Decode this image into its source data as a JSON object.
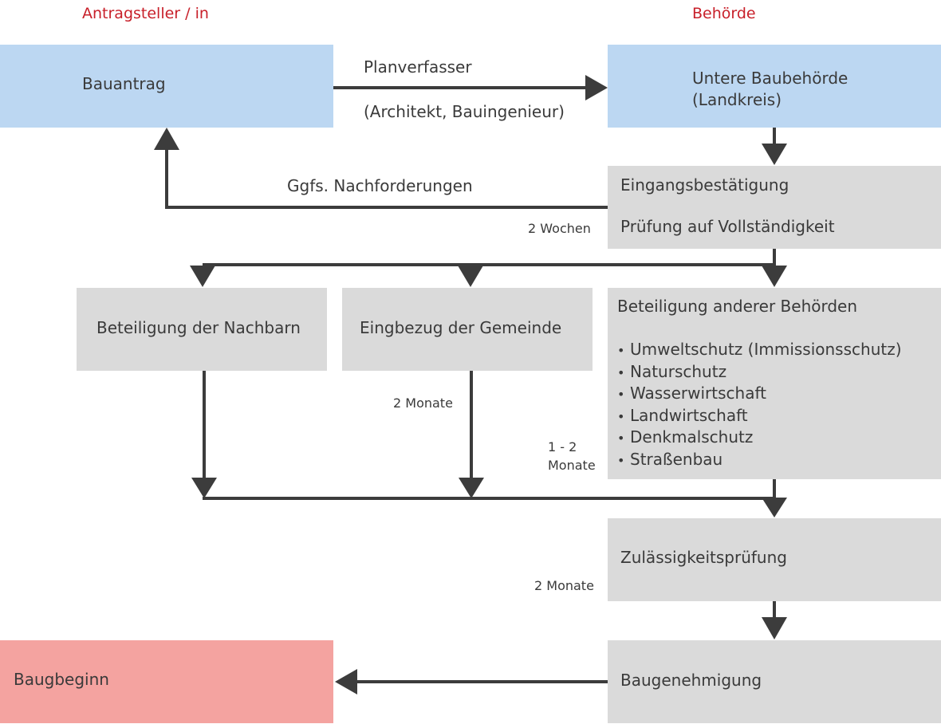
{
  "header": {
    "left": "Antragsteller / in",
    "right": "Behörde"
  },
  "boxes": {
    "bauantrag": "Bauantrag",
    "baubehoerde_line1": "Untere Baubehörde",
    "baubehoerde_line2": "(Landkreis)",
    "eingang_line1": "Eingangsbestätigung",
    "eingang_line2": "Prüfung auf Vollständigkeit",
    "nachbarn": "Beteiligung der Nachbarn",
    "gemeinde": "Eingbezug der Gemeinde",
    "behoerden_title": "Beteiligung anderer Behörden",
    "behoerden_items": [
      "Umweltschutz (Immissionsschutz)",
      "Naturschutz",
      "Wasserwirtschaft",
      "Landwirtschaft",
      "Denkmalschutz",
      "Straßenbau"
    ],
    "zulaessigkeit": "Zulässigkeitsprüfung",
    "baugenehmigung": "Baugenehmigung",
    "baubeginn": "Baugbeginn"
  },
  "arrow_labels": {
    "planverfasser": "Planverfasser",
    "architekt": "(Architekt, Bauingenieur)",
    "nachforderungen": "Ggfs. Nachforderungen"
  },
  "durations": {
    "wochen": "2 Wochen",
    "monate_gemeinde": "2 Monate",
    "monate_behoerden_line1": "1 - 2",
    "monate_behoerden_line2": "Monate",
    "monate_zulaessigkeit": "2 Monate"
  },
  "bullet_glyph": "•",
  "colors": {
    "header": "#c8202a",
    "blue_box": "#bcd7f2",
    "grey_box": "#dadada",
    "red_box": "#f4a3a0",
    "arrow": "#3c3c3c"
  }
}
